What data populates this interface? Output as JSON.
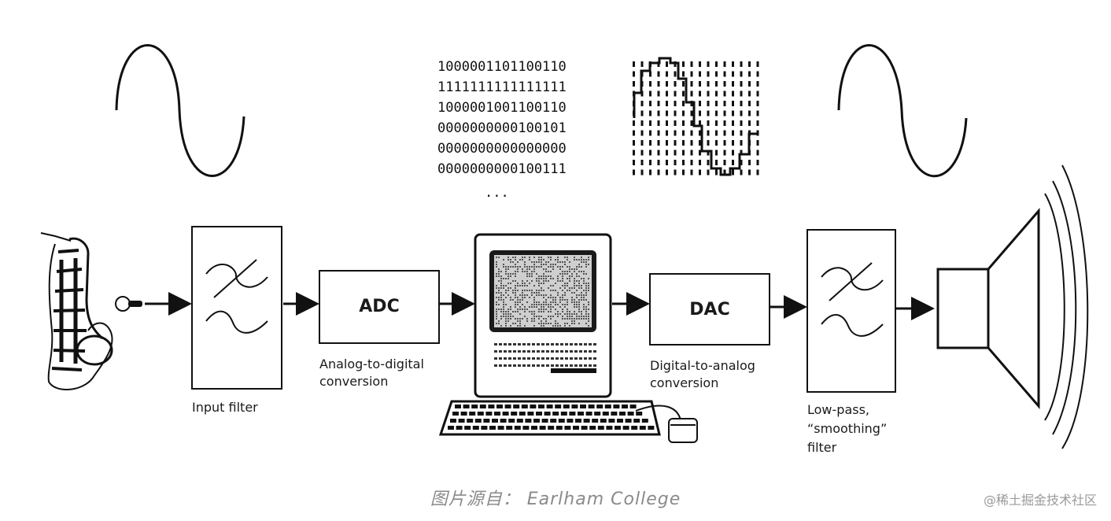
{
  "binary_lines": [
    "1000001101100110",
    "1111111111111111",
    "1000001001100110",
    "0000000000100101",
    "0000000000000000",
    "0000000000100111"
  ],
  "ellipsis": "...",
  "blocks": {
    "adc": {
      "title": "ADC",
      "caption_line1": "Analog-to-digital",
      "caption_line2": "conversion"
    },
    "dac": {
      "title": "DAC",
      "caption_line1": "Digital-to-analog",
      "caption_line2": "conversion"
    },
    "input_filter": {
      "caption": "Input filter"
    },
    "lowpass_filter": {
      "caption_line1": "Low-pass,",
      "caption_line2": "“smoothing”",
      "caption_line3": "filter"
    }
  },
  "image_caption": "图片源自： Earlham College",
  "watermark": "@稀土掘金技术社区"
}
